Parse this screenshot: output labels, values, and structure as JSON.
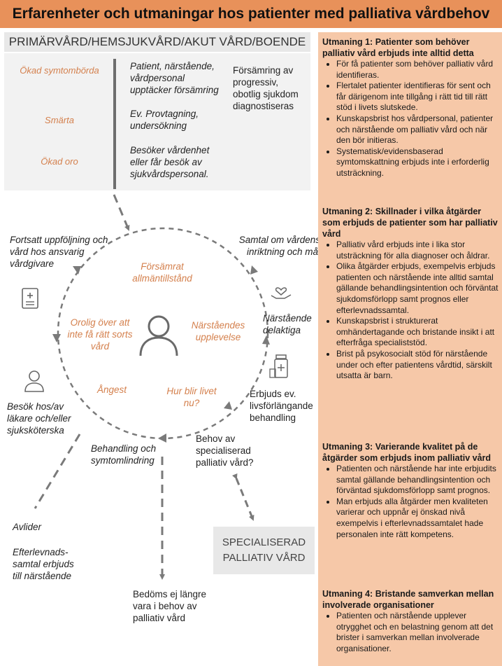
{
  "title": "Erfarenheter och utmaningar hos patienter med palliativa vårdbehov",
  "setting_header": "PRIMÄRVÅRD/HEMSJUKVÅRD/AKUT VÅRD/BOENDE",
  "symptoms": [
    "Ökad symtombörda",
    "Smärta",
    "Ökad oro"
  ],
  "detection_steps": [
    "Patient, närstående, vårdpersonal upptäcker försämring",
    "Ev. Provtagning, undersökning",
    "Besöker vårdenhet eller får besök av sjukvårdspersonal."
  ],
  "deterioration_note": "Försämring av progressiv, obotlig sjukdom diagnostiseras",
  "cycle_outer": {
    "top_right": "Samtal om vårdens inriktning och mål",
    "right": "Närstående delaktiga",
    "bottom_right": "Erbjuds ev. livsförlängande behandling",
    "bottom": "Behandling och symtomlindring",
    "left": "Besök hos/av läkare och/eller sjuksköterska",
    "top_left": "Fortsatt uppföljning och vård hos ansvarig vårdgivare"
  },
  "cycle_inner": {
    "top": "Försämrat allmäntillstånd",
    "right": "Närståendes upplevelse",
    "bottom_right": "Hur blir livet nu?",
    "bottom_left": "Ångest",
    "left": "Orolig över att inte få rätt sorts vård"
  },
  "specialized_question": "Behov av specialiserad palliativ vård?",
  "specialized_box": "SPECIALISERAD PALLIATIV VÅRD",
  "outcome_left": [
    "Avlider",
    "Efterlevnads-samtal erbjuds till närstående"
  ],
  "outcome_bottom": "Bedöms ej längre vara i behov av palliativ vård",
  "icons": [
    "document-icon",
    "heart-hand-icon",
    "person-icon",
    "medicine-icon",
    "doctor-icon"
  ],
  "colors": {
    "accent": "#e8915a",
    "panel": "#f6c8a8",
    "inner_text": "#d4804d",
    "arrow": "#7a7a7a"
  },
  "challenges": [
    {
      "title": "Utmaning 1: Patienter som behöver palliativ vård erbjuds inte alltid detta",
      "items": [
        "För få patienter som behöver palliativ vård identifieras.",
        "Flertalet patienter identifieras för sent och får därigenom inte tillgång i rätt tid till rätt stöd i livets slutskede.",
        "Kunskapsbrist hos vårdpersonal, patienter och närstående om palliativ vård och när den bör initieras.",
        "Systematisk/evidensbaserad symtomskattning erbjuds inte i erforderlig utsträckning."
      ]
    },
    {
      "title": "Utmaning 2: Skillnader i vilka åtgärder som erbjuds de patienter som har palliativ vård",
      "items": [
        "Palliativ vård erbjuds inte i lika stor utsträckning för alla diagnoser och åldrar.",
        "Olika åtgärder erbjuds, exempelvis erbjuds patienten och närstående inte alltid samtal gällande behandlingsintention och förväntat sjukdomsförlopp samt prognos eller efterlevnadssamtal.",
        "Kunskapsbrist i strukturerat omhändertagande och bristande insikt i att efterfråga specialiststöd.",
        "Brist på psykosocialt stöd för närstående under och efter patientens vårdtid, särskilt utsatta är barn."
      ]
    },
    {
      "title": "Utmaning 3: Varierande kvalitet på de åtgärder som erbjuds inom palliativ vård",
      "items": [
        "Patienten och närstående har inte erbjudits samtal gällande behandlingsintention och förväntad sjukdomsförlopp samt prognos.",
        "Man erbjuds alla åtgärder men kvaliteten varierar och uppnår ej önskad nivå exempelvis i efterlevnadssamtalet hade personalen inte rätt kompetens."
      ]
    },
    {
      "title": "Utmaning 4: Bristande samverkan mellan involverade organisationer",
      "items": [
        "Patienten och närstående upplever otrygghet och en belastning genom att det brister i samverkan mellan involverade organisationer."
      ]
    }
  ]
}
